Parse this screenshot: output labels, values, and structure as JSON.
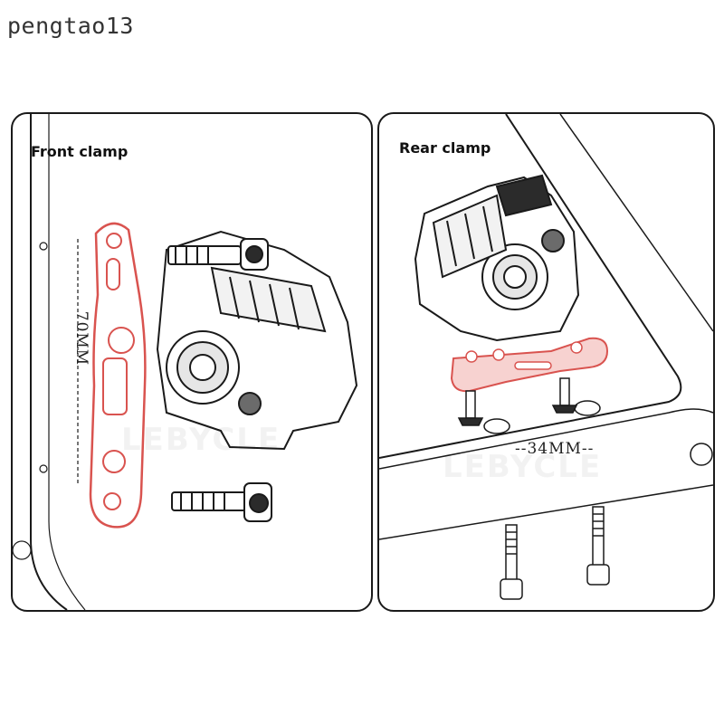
{
  "watermark": "pengtao13",
  "colors": {
    "outline": "#1a1a1a",
    "highlight": "#d9534f",
    "highlight_fill": "#f7d2d0",
    "part_fill": "#6b6b6b",
    "dark_part": "#2b2b2b"
  },
  "front_panel": {
    "title": "Front clamp",
    "dimension": "70MM",
    "brand": "LEBYCLE"
  },
  "rear_panel": {
    "title": "Rear clamp",
    "dimension": "--34MM--",
    "brand": "LEBYCLE"
  }
}
